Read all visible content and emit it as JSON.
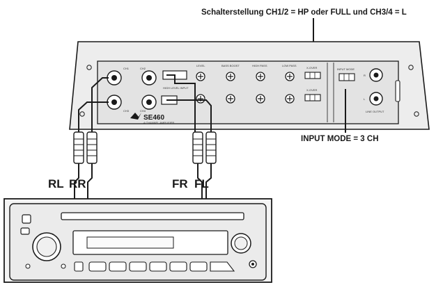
{
  "annotations": {
    "switch_setting": "Schalterstellung CH1/2 = HP oder FULL und CH3/4 = L",
    "input_mode": "INPUT MODE = 3 CH"
  },
  "amplifier": {
    "logo": "SE460",
    "subtitle": "4 CHANNEL AMPLIFIER",
    "labels": {
      "level": "LEVEL",
      "bass_boost": "BASS BOOST",
      "high_pass": "HIGH PASS",
      "low_pass": "LOW PASS",
      "x_over": "X-OVER",
      "input_mode": "INPUT MODE",
      "line_output": "LINE OUTPUT",
      "high_level_input": "HIGH LEVEL INPUT",
      "ch1": "CH1",
      "ch2": "CH2",
      "ch3": "CH3",
      "ch4": "CH4",
      "r": "R",
      "l": "L"
    }
  },
  "channel_labels": {
    "rl": "RL",
    "rr": "RR",
    "fr": "FR",
    "fl": "FL"
  },
  "colors": {
    "line": "#1a1a1a",
    "panel_bg": "#ececec",
    "panel_inner": "#e2e2e2",
    "headunit_bg": "#f0f0f0"
  }
}
